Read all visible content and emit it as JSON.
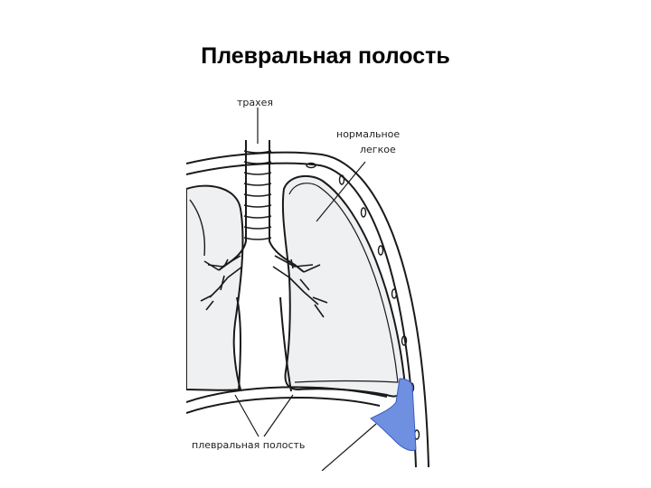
{
  "title": "Плевральная полость",
  "diagram": {
    "labels": {
      "trachea": "трахея",
      "normal_lung_line1": "нормальное",
      "normal_lung_line2": "легкое",
      "pleural_cavity": "плевральная полость"
    },
    "colors": {
      "outline": "#1a1a1a",
      "lung_fill": "#eef0f2",
      "fluid": "#6f8fe0",
      "background": "#ffffff"
    }
  }
}
